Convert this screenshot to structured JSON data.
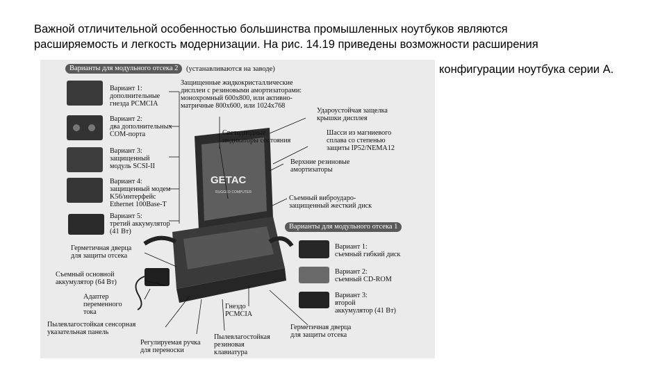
{
  "text": {
    "line1": "Важной отличительной особенностью большинства промышленных ноутбуков являются",
    "line2": "расширяемость и легкость модернизации. На рис. 14.19 приведены возможности расширения",
    "line3": "конфигурации ноутбука серии А."
  },
  "figure": {
    "header_left": "Варианты для модульного отсека 2",
    "header_left_note": "(устанавливаются на заводе)",
    "header_right": "Варианты для модульного отсека 1",
    "laptop_logo": "GETAC",
    "laptop_sub": "RUGGED  COMPUTER",
    "left_options": [
      "Вариант 1:\nдополнительные\nгнезда PCMCIA",
      "Вариант 2:\nдва дополнительных\nCOM-порта",
      "Вариант 3:\nзащищенный\nмодуль SCSI-II",
      "Вариант 4:\nзащищенный модем\nK56/интерфейс\nEthernet 100Base-T",
      "Вариант 5:\nтретий аккумулятор\n(41 Вт)"
    ],
    "display_label": "Защищенные жидкокристаллические\nдисплеи с резиновыми амортизаторами:\nмонохромный 600x800, или активно-\nматричные 800x600, или 1024x768",
    "led_label": "Светодиодные\nиндикаторы состояния",
    "latch_label": "Удароустойчая защелка\nкрышки дисплея",
    "chassis_label": "Шасси из магниевого\nсплава со степенью\nзащиты IP52/NEMA12",
    "shock_label": "Верхние резиновые\nамортизаторы",
    "hdd_label": "Съемный виброударо-\nзащищенный жесткий диск",
    "right_options": [
      "Вариант 1:\nсъемный гибкий диск",
      "Вариант 2:\nсъемный CD-ROM",
      "Вариант 3:\nвторой\nаккумулятор (41 Вт)"
    ],
    "door_left_label": "Герметичная дверца\nдля защиты отсека",
    "battery_label": "Съемный основной\nаккумулятор (64 Вт)",
    "adapter_label": "Адаптер\nпеременного\nтока",
    "touchpad_label": "Пылевлагостойкая сенсорная\nуказательная панель",
    "handle_label": "Регулируемая ручка\nдля переноски",
    "keyboard_label": "Пылевлагостойкая\nрезиновая\nклавиатура",
    "pcmcia_label": "Гнездо\nPCMCIA",
    "door_right_label": "Герметичная дверца\nдля защиты отсека"
  }
}
